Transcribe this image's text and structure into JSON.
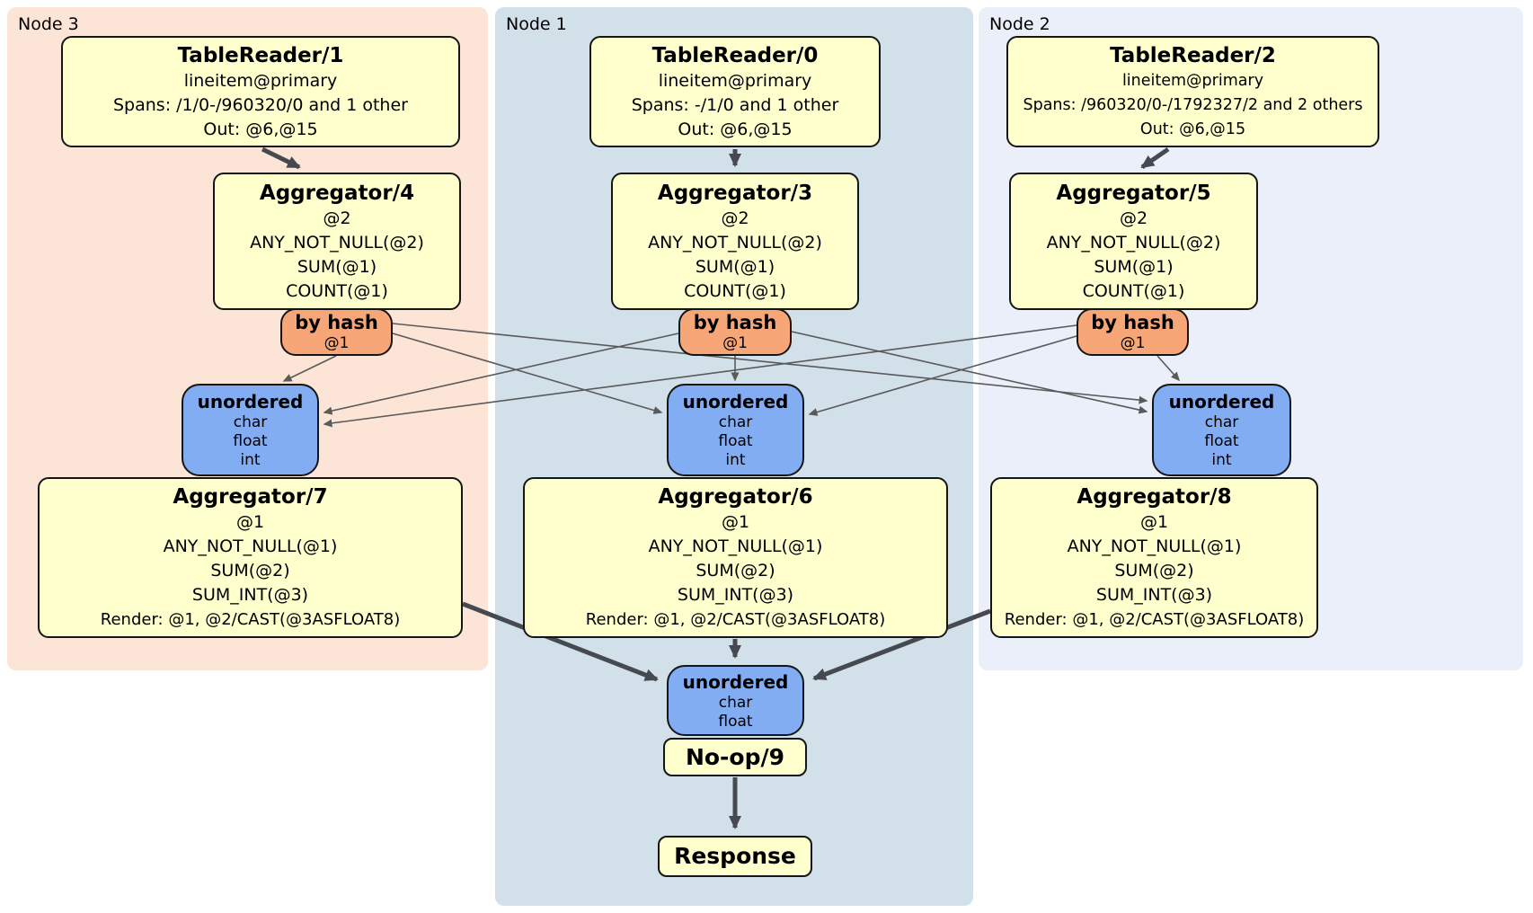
{
  "nodes": [
    {
      "label": "Node 3",
      "table_reader": {
        "title": "TableReader/1",
        "index": "lineitem@primary",
        "spans": "Spans: /1/0-/960320/0 and 1 other",
        "out": "Out: @6,@15"
      },
      "pre_aggregator": {
        "title": "Aggregator/4",
        "group_key": "@2",
        "fns": [
          "ANY_NOT_NULL(@2)",
          "SUM(@1)",
          "COUNT(@1)"
        ]
      },
      "hash_router": {
        "title": "by hash",
        "columns": "@1"
      },
      "sync": {
        "title": "unordered",
        "types": [
          "char",
          "float",
          "int"
        ]
      },
      "final_aggregator": {
        "title": "Aggregator/7",
        "group_key": "@1",
        "fns": [
          "ANY_NOT_NULL(@1)",
          "SUM(@2)",
          "SUM_INT(@3)"
        ],
        "render": "Render: @1, @2/CAST(@3ASFLOAT8)"
      }
    },
    {
      "label": "Node 1",
      "table_reader": {
        "title": "TableReader/0",
        "index": "lineitem@primary",
        "spans": "Spans: -/1/0 and 1 other",
        "out": "Out: @6,@15"
      },
      "pre_aggregator": {
        "title": "Aggregator/3",
        "group_key": "@2",
        "fns": [
          "ANY_NOT_NULL(@2)",
          "SUM(@1)",
          "COUNT(@1)"
        ]
      },
      "hash_router": {
        "title": "by hash",
        "columns": "@1"
      },
      "sync": {
        "title": "unordered",
        "types": [
          "char",
          "float",
          "int"
        ]
      },
      "final_aggregator": {
        "title": "Aggregator/6",
        "group_key": "@1",
        "fns": [
          "ANY_NOT_NULL(@1)",
          "SUM(@2)",
          "SUM_INT(@3)"
        ],
        "render": "Render: @1, @2/CAST(@3ASFLOAT8)"
      }
    },
    {
      "label": "Node 2",
      "table_reader": {
        "title": "TableReader/2",
        "index": "lineitem@primary",
        "spans": "Spans: /960320/0-/1792327/2 and 2 others",
        "out": "Out: @6,@15"
      },
      "pre_aggregator": {
        "title": "Aggregator/5",
        "group_key": "@2",
        "fns": [
          "ANY_NOT_NULL(@2)",
          "SUM(@1)",
          "COUNT(@1)"
        ]
      },
      "hash_router": {
        "title": "by hash",
        "columns": "@1"
      },
      "sync": {
        "title": "unordered",
        "types": [
          "char",
          "float",
          "int"
        ]
      },
      "final_aggregator": {
        "title": "Aggregator/8",
        "group_key": "@1",
        "fns": [
          "ANY_NOT_NULL(@1)",
          "SUM(@2)",
          "SUM_INT(@3)"
        ],
        "render": "Render: @1, @2/CAST(@3ASFLOAT8)"
      }
    }
  ],
  "output_stage": {
    "sync": {
      "title": "unordered",
      "types": [
        "char",
        "float"
      ]
    },
    "noop": {
      "title": "No-op/9"
    },
    "response": {
      "title": "Response"
    }
  },
  "colors": {
    "node3_panel": "#fce4d6",
    "node1_panel": "#d2e0ea",
    "node2_panel": "#eaeffa",
    "processor_box": "#ffffcd",
    "hash_router_box": "#f7a678",
    "sync_box": "#82adf3",
    "edge_thick": "#464a50",
    "edge_thin": "#5a5a5a"
  }
}
